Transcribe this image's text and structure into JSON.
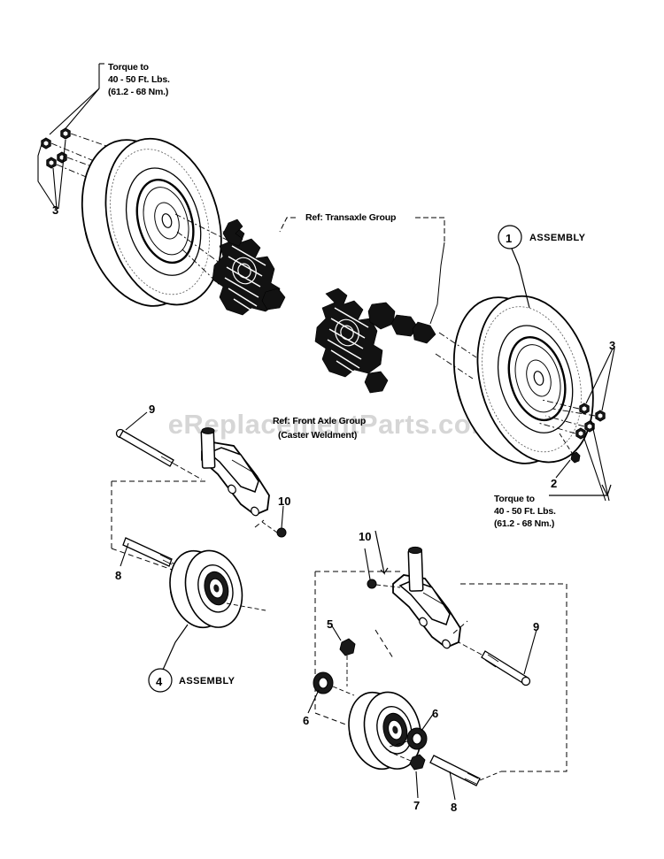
{
  "page": {
    "background": "#ffffff",
    "ink": "#000000",
    "watermark": "eReplacementParts.com",
    "watermark_color": "#d6d6d6"
  },
  "notes": {
    "torque_top": [
      "Torque to",
      "40 - 50 Ft. Lbs.",
      "(61.2 - 68 Nm.)"
    ],
    "torque_bottom": [
      "Torque to",
      "40 - 50 Ft. Lbs.",
      "(61.2 - 68 Nm.)"
    ]
  },
  "references": {
    "transaxle": "Ref: Transaxle Group",
    "front_axle_line1": "Ref: Front Axle Group",
    "front_axle_line2": "(Caster Weldment)"
  },
  "assemblies": [
    {
      "number": "1",
      "label": "ASSEMBLY"
    },
    {
      "number": "4",
      "label": "ASSEMBLY"
    }
  ],
  "callouts": {
    "rear_left_lugnuts": "3",
    "rear_right_lugnuts": "3",
    "valve_stem": "2",
    "caster_bolt_left": "9",
    "caster_bolt_right": "9",
    "caster_nut_left": "10",
    "caster_nut_right": "10",
    "axle_left": "8",
    "axle_right": "8",
    "spacer": "5",
    "bearing_left": "6",
    "bearing_right": "6",
    "grease_fitting": "7"
  }
}
